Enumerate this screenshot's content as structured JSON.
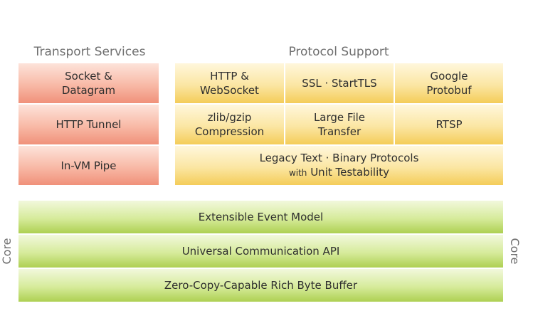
{
  "headings": {
    "transport": "Transport Services",
    "protocol": "Protocol Support"
  },
  "transport_services": [
    [
      "Socket &",
      "Datagram"
    ],
    [
      "HTTP Tunnel"
    ],
    [
      "In-VM Pipe"
    ]
  ],
  "protocol_support": {
    "row1": [
      [
        "HTTP &",
        "WebSocket"
      ],
      [
        "SSL · StartTLS"
      ],
      [
        "Google",
        "Protobuf"
      ]
    ],
    "row2": [
      [
        "zlib/gzip",
        "Compression"
      ],
      [
        "Large File",
        "Transfer"
      ],
      [
        "RTSP"
      ]
    ],
    "legacy": {
      "line1": "Legacy Text · Binary Protocols",
      "line2_prefix": "with",
      "line2_main": "Unit Testability"
    }
  },
  "core": {
    "label": "Core",
    "layers": [
      "Extensible Event Model",
      "Universal Communication API",
      "Zero-Copy-Capable Rich Byte Buffer"
    ]
  }
}
